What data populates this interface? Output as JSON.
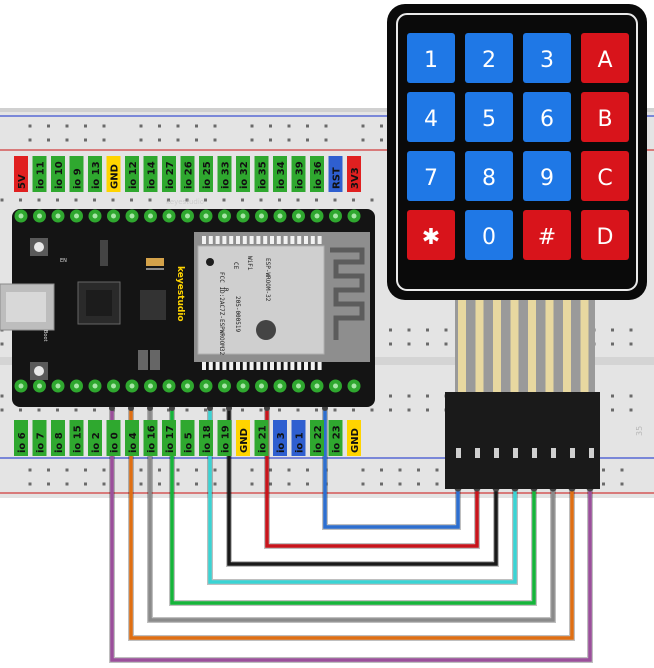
{
  "board": {
    "brand": "keyestudio",
    "watermark": "keyestudio",
    "module_text": "ESP-WROOM-32",
    "module_line2": "FCC ID:2AC7Z-ESPWROOM32",
    "module_line3": "205-000519",
    "wifi_label": "WiFi",
    "ce_label": "CE",
    "r_label": "R",
    "en_label": "EN",
    "boot_label": "Boot",
    "top_pins": [
      {
        "label": "5V",
        "color": "#e02020"
      },
      {
        "label": "io 11",
        "color": "#2fa82f"
      },
      {
        "label": "io 10",
        "color": "#2fa82f"
      },
      {
        "label": "io 9",
        "color": "#2fa82f"
      },
      {
        "label": "io 13",
        "color": "#2fa82f"
      },
      {
        "label": "GND",
        "color": "#ffd400"
      },
      {
        "label": "io 12",
        "color": "#2fa82f"
      },
      {
        "label": "io 14",
        "color": "#2fa82f"
      },
      {
        "label": "io 27",
        "color": "#2fa82f"
      },
      {
        "label": "io 26",
        "color": "#2fa82f"
      },
      {
        "label": "io 25",
        "color": "#2fa82f"
      },
      {
        "label": "io 33",
        "color": "#2fa82f"
      },
      {
        "label": "io 32",
        "color": "#2fa82f"
      },
      {
        "label": "io 35",
        "color": "#2fa82f"
      },
      {
        "label": "io 34",
        "color": "#2fa82f"
      },
      {
        "label": "io 39",
        "color": "#2fa82f"
      },
      {
        "label": "io 36",
        "color": "#2fa82f"
      },
      {
        "label": "RST",
        "color": "#2f5fd0"
      },
      {
        "label": "3V3",
        "color": "#e02020"
      }
    ],
    "bottom_pins": [
      {
        "label": "io 6",
        "color": "#2fa82f"
      },
      {
        "label": "io 7",
        "color": "#2fa82f"
      },
      {
        "label": "io 8",
        "color": "#2fa82f"
      },
      {
        "label": "io 15",
        "color": "#2fa82f"
      },
      {
        "label": "io 2",
        "color": "#2fa82f"
      },
      {
        "label": "io 0",
        "color": "#2fa82f"
      },
      {
        "label": "io 4",
        "color": "#2fa82f"
      },
      {
        "label": "io 16",
        "color": "#2fa82f"
      },
      {
        "label": "io 17",
        "color": "#2fa82f"
      },
      {
        "label": "io 5",
        "color": "#2fa82f"
      },
      {
        "label": "io 18",
        "color": "#2fa82f"
      },
      {
        "label": "io 19",
        "color": "#2fa82f"
      },
      {
        "label": "GND",
        "color": "#ffd400"
      },
      {
        "label": "io 21",
        "color": "#2fa82f"
      },
      {
        "label": "io 3",
        "color": "#2f5fd0"
      },
      {
        "label": "io 1",
        "color": "#2f5fd0"
      },
      {
        "label": "io 22",
        "color": "#2fa82f"
      },
      {
        "label": "io 23",
        "color": "#2fa82f"
      },
      {
        "label": "GND",
        "color": "#ffd400"
      }
    ]
  },
  "keypad": {
    "keys": [
      {
        "label": "1",
        "color": "#1f78e6"
      },
      {
        "label": "2",
        "color": "#1f78e6"
      },
      {
        "label": "3",
        "color": "#1f78e6"
      },
      {
        "label": "A",
        "color": "#d8141b"
      },
      {
        "label": "4",
        "color": "#1f78e6"
      },
      {
        "label": "5",
        "color": "#1f78e6"
      },
      {
        "label": "6",
        "color": "#1f78e6"
      },
      {
        "label": "B",
        "color": "#d8141b"
      },
      {
        "label": "7",
        "color": "#1f78e6"
      },
      {
        "label": "8",
        "color": "#1f78e6"
      },
      {
        "label": "9",
        "color": "#1f78e6"
      },
      {
        "label": "C",
        "color": "#d8141b"
      },
      {
        "label": "✱",
        "color": "#d8141b"
      },
      {
        "label": "0",
        "color": "#1f78e6"
      },
      {
        "label": "#",
        "color": "#d8141b"
      },
      {
        "label": "D",
        "color": "#d8141b"
      }
    ]
  },
  "breadboard": {
    "column_number": "35"
  },
  "wires": [
    {
      "name": "purple",
      "color": "#9b4f9b"
    },
    {
      "name": "orange",
      "color": "#e06f12"
    },
    {
      "name": "gray",
      "color": "#8a8a8a"
    },
    {
      "name": "green",
      "color": "#15b53a"
    },
    {
      "name": "cyan",
      "color": "#3ad4d4"
    },
    {
      "name": "black",
      "color": "#1a1a1a"
    },
    {
      "name": "red",
      "color": "#c8141b"
    },
    {
      "name": "blue",
      "color": "#2d6fd0"
    }
  ]
}
